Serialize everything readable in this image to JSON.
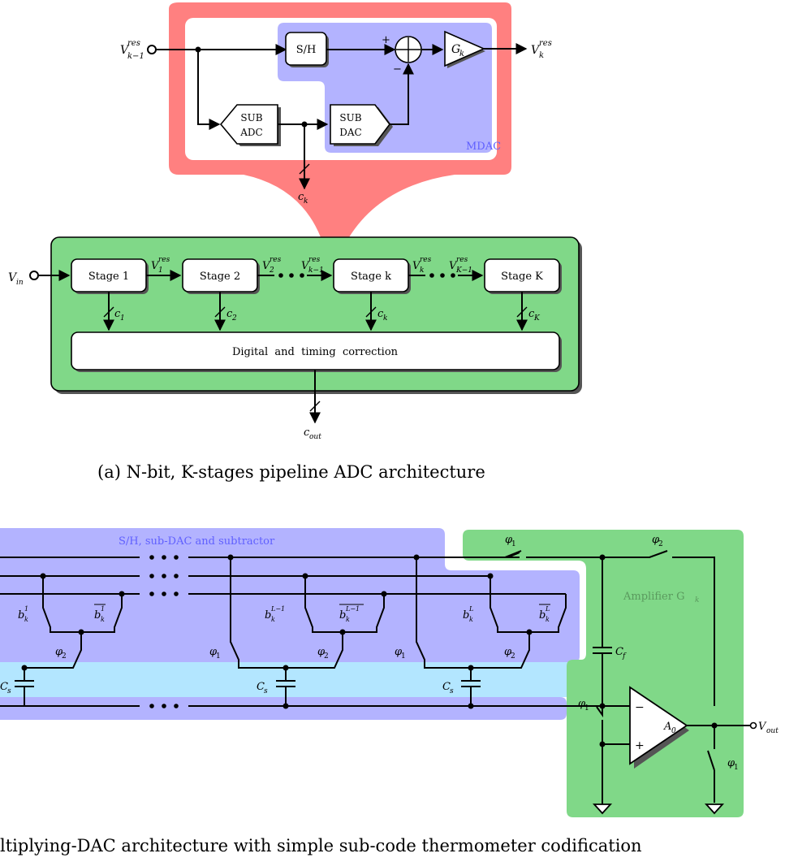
{
  "figure_a": {
    "caption": "(a) N-bit, K-stages pipeline ADC architecture",
    "mdac_label": "MDAC",
    "input_res": {
      "base": "V",
      "sup": "res",
      "sub": "k−1"
    },
    "output_res": {
      "base": "V",
      "sup": "res",
      "sub": "k"
    },
    "sh_label": "S/H",
    "gain": {
      "base": "G",
      "sub": "k"
    },
    "sub_adc": [
      "SUB",
      "ADC"
    ],
    "sub_dac": [
      "SUB",
      "DAC"
    ],
    "plus": "+",
    "minus": "−",
    "ck": {
      "base": "c",
      "sub": "k"
    },
    "vin": {
      "base": "V",
      "sub": "in"
    },
    "stages": [
      "Stage 1",
      "Stage 2",
      "Stage k",
      "Stage K"
    ],
    "res_labels": [
      {
        "base": "V",
        "sup": "res",
        "sub": "1"
      },
      {
        "base": "V",
        "sup": "res",
        "sub": "2"
      },
      {
        "base": "V",
        "sup": "res",
        "sub": "k−1"
      },
      {
        "base": "V",
        "sup": "res",
        "sub": "k"
      },
      {
        "base": "V",
        "sup": "res",
        "sub": "K−1"
      }
    ],
    "codes": [
      {
        "base": "c",
        "sub": "1"
      },
      {
        "base": "c",
        "sub": "2"
      },
      {
        "base": "c",
        "sub": "k"
      },
      {
        "base": "c",
        "sub": "K"
      }
    ],
    "correction": "Digital  and  timing  correction",
    "cout": {
      "base": "c",
      "sub": "out"
    }
  },
  "figure_b": {
    "caption": "ltiplying-DAC architecture with simple sub-code thermometer codification",
    "region_label": "S/H, sub-DAC and subtractor",
    "amp_label": "Amplifier G",
    "amp_label_sub": "k",
    "phi1": "φ",
    "phi1_sub": "1",
    "phi2_sub": "2",
    "switch_labels": [
      {
        "base": "b",
        "sup": "1",
        "sub": "k",
        "over": false
      },
      {
        "base": "b",
        "sup": "1",
        "sub": "k",
        "over": true
      },
      {
        "base": "b",
        "sup": "L−1",
        "sub": "k",
        "over": false
      },
      {
        "base": "b",
        "sup": "L−1",
        "sub": "k",
        "over": true
      },
      {
        "base": "b",
        "sup": "L",
        "sub": "k",
        "over": false
      },
      {
        "base": "b",
        "sup": "L",
        "sub": "k",
        "over": true
      }
    ],
    "cs": {
      "base": "C",
      "sub": "s"
    },
    "cf": {
      "base": "C",
      "sub": "f"
    },
    "opamp_gain": {
      "base": "A",
      "sub": "0"
    },
    "vout": {
      "base": "V",
      "sub": "out"
    },
    "opamp_minus": "−",
    "opamp_plus": "+"
  },
  "colors": {
    "red_highlight": "#ff8080",
    "mdac_fill": "#b3b3ff",
    "mdac_text": "#6060ff",
    "green": "#80d888",
    "cyan": "#b3e6ff"
  }
}
